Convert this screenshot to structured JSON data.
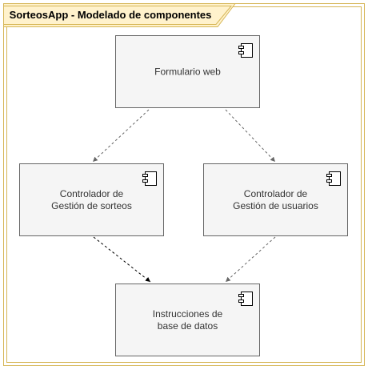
{
  "diagram": {
    "title": "SorteosApp - Modelado de componentes",
    "components": [
      {
        "id": "formulario",
        "label": "Formulario web"
      },
      {
        "id": "sorteos",
        "label": "Controlador de\nGestión de sorteos"
      },
      {
        "id": "usuarios",
        "label": "Controlador de\nGestión de usuarios"
      },
      {
        "id": "bd",
        "label": "Instrucciones de\nbase de datos"
      }
    ],
    "edges": [
      {
        "from": "formulario",
        "to": "sorteos"
      },
      {
        "from": "formulario",
        "to": "usuarios"
      },
      {
        "from": "sorteos",
        "to": "bd"
      },
      {
        "from": "usuarios",
        "to": "bd"
      }
    ]
  },
  "colors": {
    "frame_border": "#d6b656",
    "tab_fill": "#fff2cc",
    "component_fill": "#f5f5f5",
    "component_border": "#666666",
    "edge": "#666666"
  }
}
